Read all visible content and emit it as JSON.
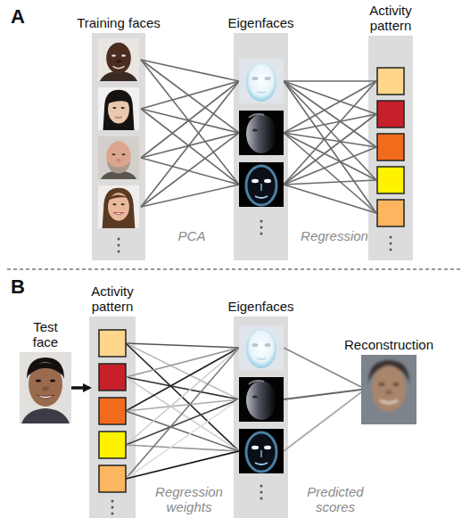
{
  "diagram": {
    "nodes": [
      {
        "text": [
          "Training faces"
        ]
      },
      {
        "text": [
          "Eigenfaces"
        ]
      },
      {
        "text": [
          "Activity pattern"
        ]
      },
      {
        "text": [
          "Test face"
        ]
      },
      {
        "text": [
          "Activity pattern"
        ]
      },
      {
        "text": [
          "Eigenfaces"
        ]
      },
      {
        "text": [
          "Reconstruction"
        ]
      }
    ],
    "edges": [
      {
        "from": 3,
        "to": 4,
        "arrow": "to"
      }
    ],
    "labels": [
      "A",
      "PCA",
      "Regression",
      "B",
      "Regression weights",
      "Predicted scores"
    ]
  }
}
